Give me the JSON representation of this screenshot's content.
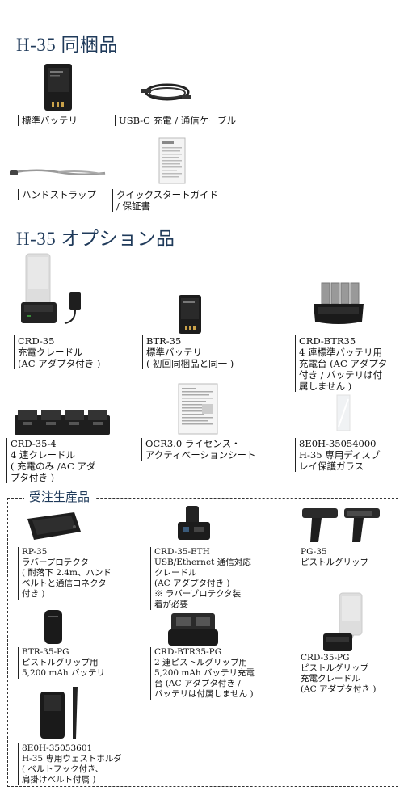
{
  "sections": {
    "bundled_title": "H-35 同梱品",
    "options_title": "H-35 オプション品",
    "made_to_order_title": "受注生産品"
  },
  "bundled": [
    {
      "lines": [
        "標準バッテリ"
      ]
    },
    {
      "lines": [
        "USB-C 充電 / 通信ケーブル"
      ]
    },
    {
      "lines": [
        "ハンドストラップ"
      ]
    },
    {
      "lines": [
        "クイックスタートガイド",
        "/ 保証書"
      ]
    }
  ],
  "options": [
    {
      "lines": [
        "CRD-35",
        "充電クレードル",
        "(AC アダプタ付き )"
      ]
    },
    {
      "lines": [
        "BTR-35",
        "標準バッテリ",
        "( 初回同梱品と同一 )"
      ]
    },
    {
      "lines": [
        "CRD-BTR35",
        "4 連標準バッテリ用",
        "充電台 (AC アダプタ",
        "付き / バッテリは付",
        "属しません )"
      ]
    },
    {
      "lines": [
        "CRD-35-4",
        "4 連クレードル",
        "( 充電のみ /AC アダ",
        "プタ付き )"
      ]
    },
    {
      "lines": [
        "OCR3.0 ライセンス・",
        "アクティベーションシート"
      ]
    },
    {
      "lines": [
        "8E0H-35054000",
        "H-35 専用ディスプ",
        "レイ保護ガラス"
      ]
    }
  ],
  "made_to_order": [
    {
      "lines": [
        "RP-35",
        "ラバープロテクタ",
        "( 耐落下 2.4m、ハンド",
        "ベルトと通信コネクタ",
        "付き )"
      ]
    },
    {
      "lines": [
        "CRD-35-ETH",
        "USB/Ethernet 通信対応",
        "クレードル",
        "(AC アダプタ付き )",
        "※ ラバープロテクタ装",
        "着が必要"
      ]
    },
    {
      "lines": [
        "PG-35",
        "ピストルグリップ"
      ]
    },
    {
      "lines": [
        "BTR-35-PG",
        "ピストルグリップ用",
        "5,200 mAh バッテリ"
      ]
    },
    {
      "lines": [
        "CRD-BTR35-PG",
        "2 連ピストルグリップ用",
        "5,200 mAh バッテリ充電",
        "台 (AC アダプタ付き /",
        "バッテリは付属しません )"
      ]
    },
    {
      "lines": [
        "CRD-35-PG",
        "ピストルグリップ",
        "充電クレードル",
        "(AC アダプタ付き )"
      ]
    },
    {
      "lines": [
        "8E0H-35053601",
        "H-35 専用ウェストホルダ",
        "( ベルトフック付き、",
        "肩掛けベルト付属 )"
      ]
    }
  ]
}
